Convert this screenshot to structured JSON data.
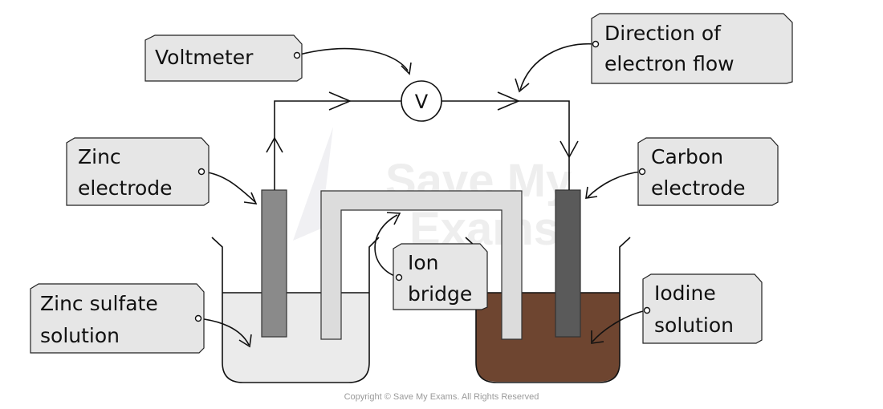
{
  "labels": {
    "voltmeter": "Voltmeter",
    "voltmeter_symbol": "V",
    "electron_flow_line1": "Direction of",
    "electron_flow_line2": "electron flow",
    "zinc_electrode_line1": "Zinc",
    "zinc_electrode_line2": "electrode",
    "carbon_electrode_line1": "Carbon",
    "carbon_electrode_line2": "electrode",
    "ion_bridge_line1": "Ion",
    "ion_bridge_line2": "bridge",
    "zinc_sulfate_line1": "Zinc sulfate",
    "zinc_sulfate_line2": "solution",
    "iodine_line1": "Iodine",
    "iodine_line2": "solution"
  },
  "watermark": {
    "line1": "Save My",
    "line2": "Exams"
  },
  "copyright": "Copyright © Save My Exams. All Rights Reserved",
  "colors": {
    "zinc_sulfate_solution": "#ebebeb",
    "iodine_solution": "#6e4530",
    "zinc_electrode": "#8a8a8a",
    "carbon_electrode": "#5a5a5a",
    "ion_bridge": "#dcdcdc",
    "label_box": "#e6e6e6"
  }
}
